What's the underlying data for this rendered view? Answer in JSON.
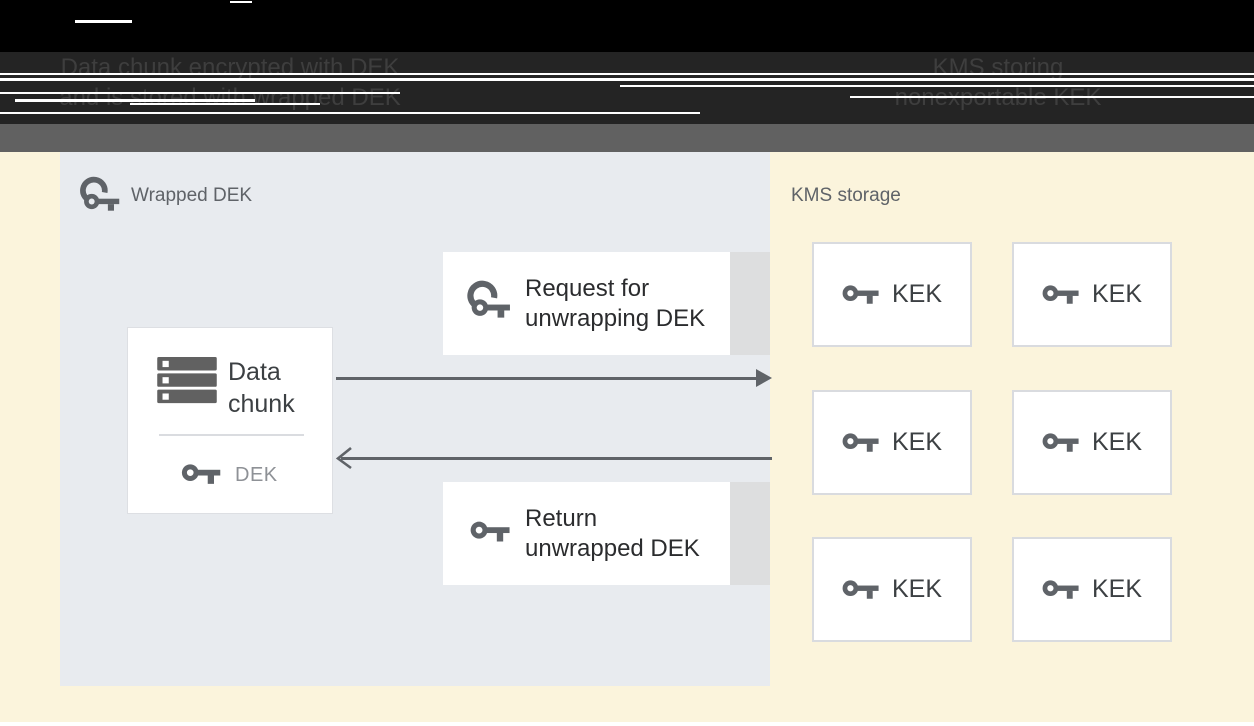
{
  "header": {
    "left_caption": [
      "Data chunk encrypted with DEK",
      "and is stored with wrapped DEK"
    ],
    "right_caption": [
      "KMS storing",
      "nonexportable KEK"
    ]
  },
  "wrapped_dek_panel": {
    "label": "Wrapped DEK",
    "data_chunk_box": {
      "title_lines": [
        "Data",
        "chunk"
      ],
      "key_label": "DEK"
    },
    "request_box": {
      "lines": [
        "Request for",
        "unwrapping DEK"
      ]
    },
    "return_box": {
      "lines": [
        "Return",
        "unwrapped DEK"
      ]
    }
  },
  "kms_panel": {
    "label": "KMS storage",
    "kek_labels": [
      "KEK",
      "KEK",
      "KEK",
      "KEK",
      "KEK",
      "KEK"
    ]
  },
  "flows": [
    {
      "name": "request",
      "direction": "right",
      "from": "data-chunk",
      "to": "kms-storage"
    },
    {
      "name": "return",
      "direction": "left",
      "from": "kms-storage",
      "to": "data-chunk"
    }
  ],
  "icons": {
    "wrapped_key": "wrapped-key-icon",
    "plain_key": "key-icon",
    "data_chunk": "storage-stack-icon",
    "arrow_right": "arrowhead-right-icon",
    "arrow_left": "arrowhead-left-icon"
  },
  "colors": {
    "header_black": "#000000",
    "header_band": "#242424",
    "header_text": "#3E3E3E",
    "divider_band": "#616161",
    "canvas_yellow": "#FBF4DC",
    "panel_blue_gray": "#E8EBEF",
    "box_shadow_gray": "#DDDEDF",
    "box_border": "#DADCE0",
    "icon_gray": "#5F6368",
    "text_dark": "#3C4043",
    "text_muted": "#8E9196",
    "arrow": "#5F6368"
  }
}
